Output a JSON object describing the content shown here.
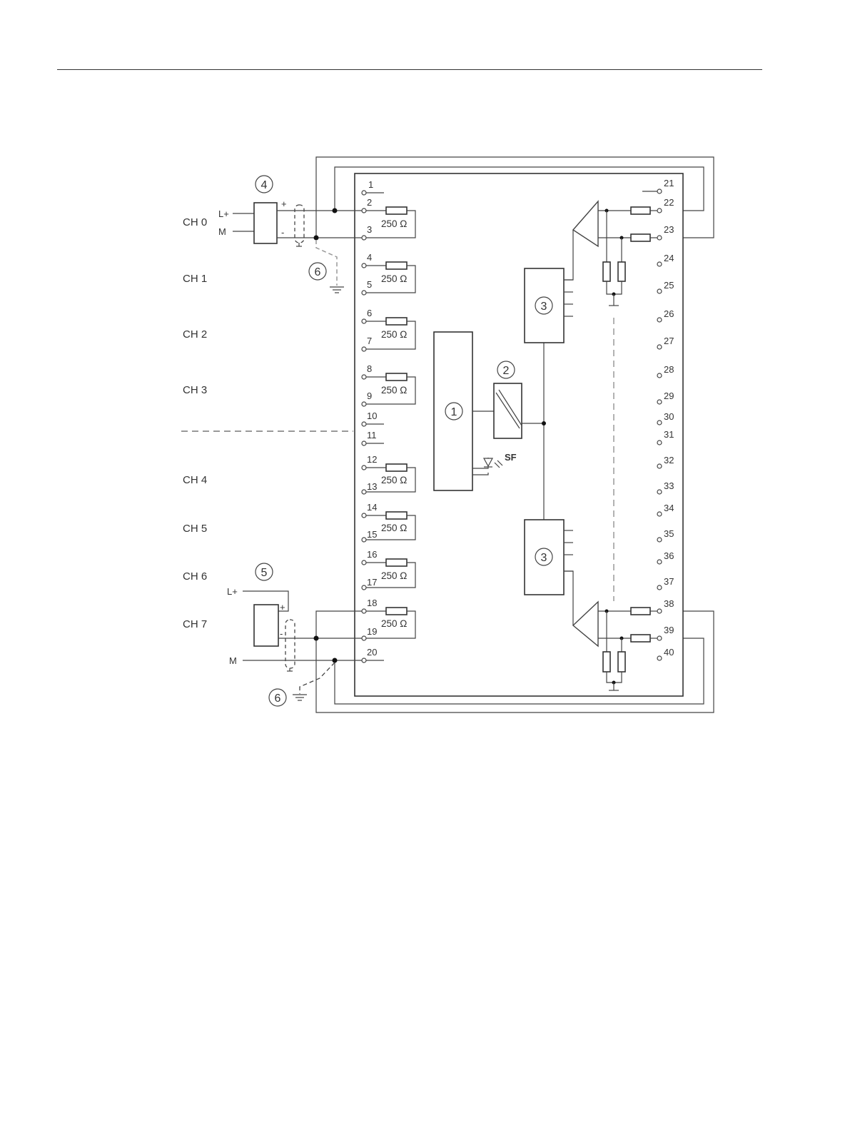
{
  "channels": [
    "CH 0",
    "CH 1",
    "CH 2",
    "CH 3",
    "CH 4",
    "CH 5",
    "CH 6",
    "CH 7"
  ],
  "pins_left": [
    "1",
    "2",
    "3",
    "4",
    "5",
    "6",
    "7",
    "8",
    "9",
    "10",
    "11",
    "12",
    "13",
    "14",
    "15",
    "16",
    "17",
    "18",
    "19",
    "20"
  ],
  "pins_right": [
    "21",
    "22",
    "23",
    "24",
    "25",
    "26",
    "27",
    "28",
    "29",
    "30",
    "31",
    "32",
    "33",
    "34",
    "35",
    "36",
    "37",
    "38",
    "39",
    "40"
  ],
  "resistor_label": "250 Ω",
  "callouts": {
    "c1": "1",
    "c2": "2",
    "c3": "3",
    "c4": "4",
    "c5": "5",
    "c6": "6"
  },
  "labels": {
    "l_plus": "L+",
    "m": "M",
    "plus": "+",
    "minus": "-",
    "sf": "SF"
  }
}
